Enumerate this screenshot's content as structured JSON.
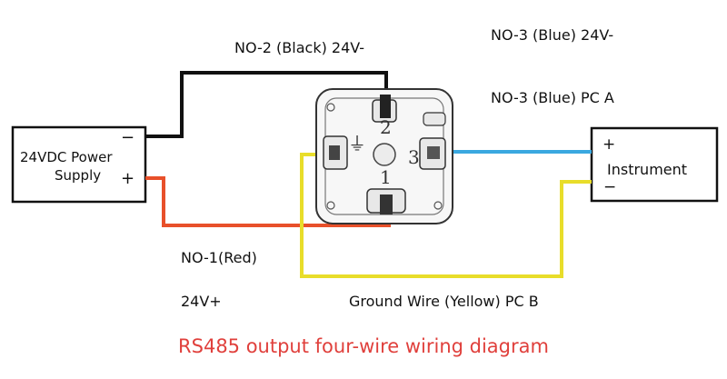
{
  "labels": {
    "no2": "NO-2 (Black) 24V-",
    "no3_minus": "NO-3 (Blue) 24V-",
    "no3_pca": "NO-3 (Blue) PC A",
    "no1": "NO-1(Red)",
    "v24plus": "24V+",
    "ground": "Ground Wire (Yellow) PC B"
  },
  "power_supply": {
    "line1": "24VDC Power",
    "line2": "Supply",
    "minus": "−",
    "plus": "+"
  },
  "instrument": {
    "label": "Instrument",
    "plus": "+",
    "minus": "−"
  },
  "connector": {
    "pin1": "1",
    "pin2": "2",
    "pin3": "3",
    "ground_symbol": "⏚"
  },
  "caption": "RS485 output four-wire wiring diagram",
  "colors": {
    "black_wire": "#111111",
    "red_wire": "#e8502a",
    "blue_wire": "#3aa8e0",
    "yellow_wire": "#e8dd2a",
    "caption": "#e0403c"
  }
}
